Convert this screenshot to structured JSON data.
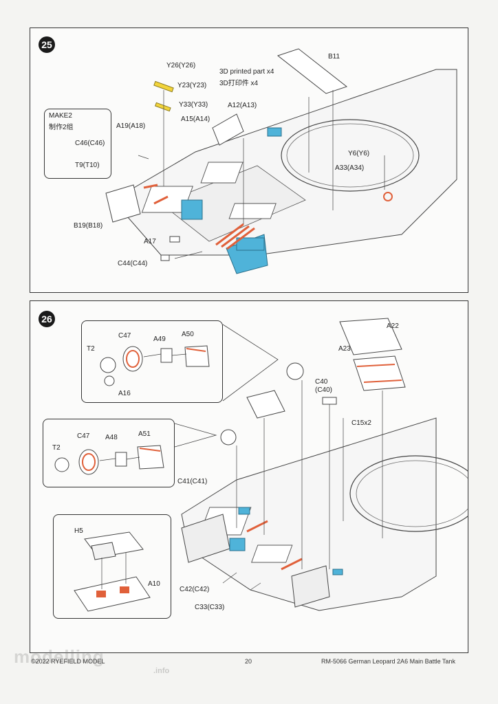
{
  "step25": {
    "number": "25",
    "make_box": {
      "title": "MAKE2",
      "title_cn": "制作2组",
      "parts": [
        "C46(C46)",
        "T9(T10)"
      ]
    },
    "labels": {
      "y26": "Y26(Y26)",
      "y23": "Y23(Y23)",
      "y33": "Y33(Y33)",
      "a19": "A19(A18)",
      "a15": "A15(A14)",
      "a12": "A12(A13)",
      "printed": "3D printed part x4",
      "printed_cn": "3D打印件 x4",
      "b11": "B11",
      "y6": "Y6(Y6)",
      "a33": "A33(A34)",
      "b19": "B19(B18)",
      "a17": "A17",
      "c44": "C44(C44)"
    }
  },
  "step26": {
    "number": "26",
    "inset1": {
      "t2": "T2",
      "c47": "C47",
      "a49": "A49",
      "a50": "A50",
      "a16": "A16"
    },
    "inset2": {
      "t2": "T2",
      "c47": "C47",
      "a48": "A48",
      "a51": "A51"
    },
    "inset3": {
      "h5": "H5",
      "a10": "A10"
    },
    "labels": {
      "a22": "A22",
      "a23": "A23",
      "c40": "C40",
      "c40b": "(C40)",
      "c15": "C15x2",
      "c41": "C41(C41)",
      "c42": "C42(C42)",
      "c33": "C33(C33)"
    }
  },
  "footer": {
    "copyright": "©2022 RYEFIELD MODEL",
    "page": "20",
    "product": "RM-5066 German Leopard 2A6 Main Battle Tank"
  },
  "watermark": {
    "main": "modelling",
    "sub": ".info"
  },
  "colors": {
    "highlight_blue": "#4fb3d9",
    "highlight_orange": "#e0603a",
    "highlight_yellow": "#f2d43a",
    "line": "#333333"
  }
}
